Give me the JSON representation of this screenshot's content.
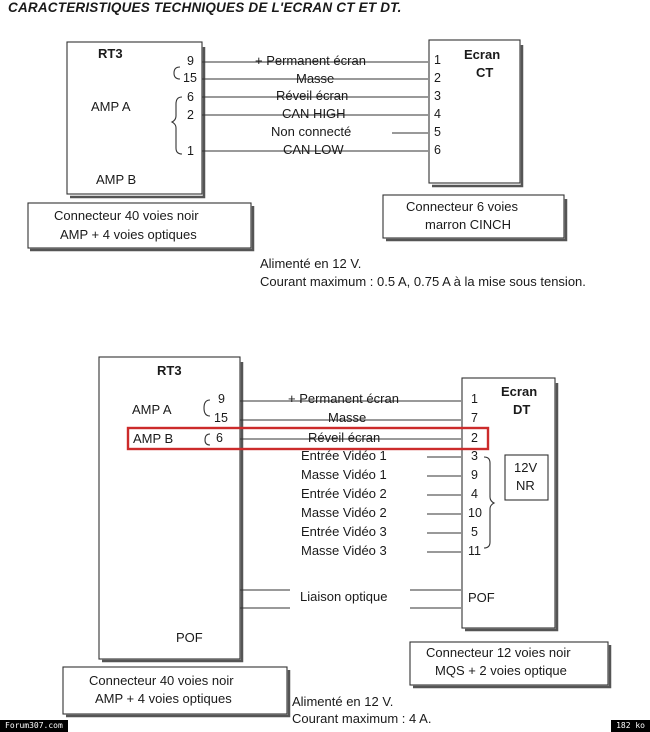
{
  "title": "CARACTERISTIQUES TECHNIQUES DE L'ECRAN CT ET DT.",
  "top": {
    "unit_name": "RT3",
    "amp_a": "AMP A",
    "amp_b": "AMP B",
    "connector_left": [
      "Connecteur 40 voies noir",
      "AMP + 4 voies optiques"
    ],
    "screen_name": [
      "Ecran",
      "CT"
    ],
    "connector_right": [
      "Connecteur  6 voies",
      "marron CINCH"
    ],
    "rows": [
      {
        "pin_left": "9",
        "signal": "+ Permanent écran",
        "pin_right": "1"
      },
      {
        "pin_left": "15",
        "signal": "Masse",
        "pin_right": "2"
      },
      {
        "pin_left": "6",
        "signal": "Réveil écran",
        "pin_right": "3"
      },
      {
        "pin_left": "2",
        "signal": "CAN HIGH",
        "pin_right": "4"
      },
      {
        "pin_left": "",
        "signal": "Non connecté",
        "pin_right": "5"
      },
      {
        "pin_left": "1",
        "signal": "CAN LOW",
        "pin_right": "6"
      }
    ],
    "power": [
      "Alimenté en 12 V.",
      "Courant maximum : 0.5 A, 0.75 A à la mise sous tension."
    ]
  },
  "bottom": {
    "unit_name": "RT3",
    "amp_a": "AMP A",
    "amp_b": "AMP B",
    "pof_left": "POF",
    "connector_left": [
      "Connecteur 40 voies noir",
      "AMP + 4 voies optiques"
    ],
    "screen_name": [
      "Ecran",
      "DT"
    ],
    "pof_right": "POF",
    "nr_box": [
      "12V",
      "NR"
    ],
    "connector_right": [
      "Connecteur  12 voies noir",
      "MQS + 2 voies optique"
    ],
    "rows": [
      {
        "pin_left": "9",
        "signal": "+ Permanent écran",
        "pin_right": "1"
      },
      {
        "pin_left": "15",
        "signal": "Masse",
        "pin_right": "7"
      },
      {
        "pin_left": "6",
        "signal": "Réveil écran",
        "pin_right": "2"
      },
      {
        "pin_left": "",
        "signal": "Entrée Vidéo 1",
        "pin_right": "3"
      },
      {
        "pin_left": "",
        "signal": "Masse Vidéo 1",
        "pin_right": "9"
      },
      {
        "pin_left": "",
        "signal": "Entrée Vidéo 2",
        "pin_right": "4"
      },
      {
        "pin_left": "",
        "signal": "Masse Vidéo 2",
        "pin_right": "10"
      },
      {
        "pin_left": "",
        "signal": "Entrée Vidéo 3",
        "pin_right": "5"
      },
      {
        "pin_left": "",
        "signal": "Masse Vidéo 3",
        "pin_right": "11"
      }
    ],
    "optical_link": "Liaison optique",
    "power": [
      "Alimenté en 12 V.",
      "Courant maximum : 4 A."
    ],
    "highlight_color": "#cc2b2b"
  },
  "footer": {
    "left": "Forum307.com",
    "right": "182 ko"
  }
}
